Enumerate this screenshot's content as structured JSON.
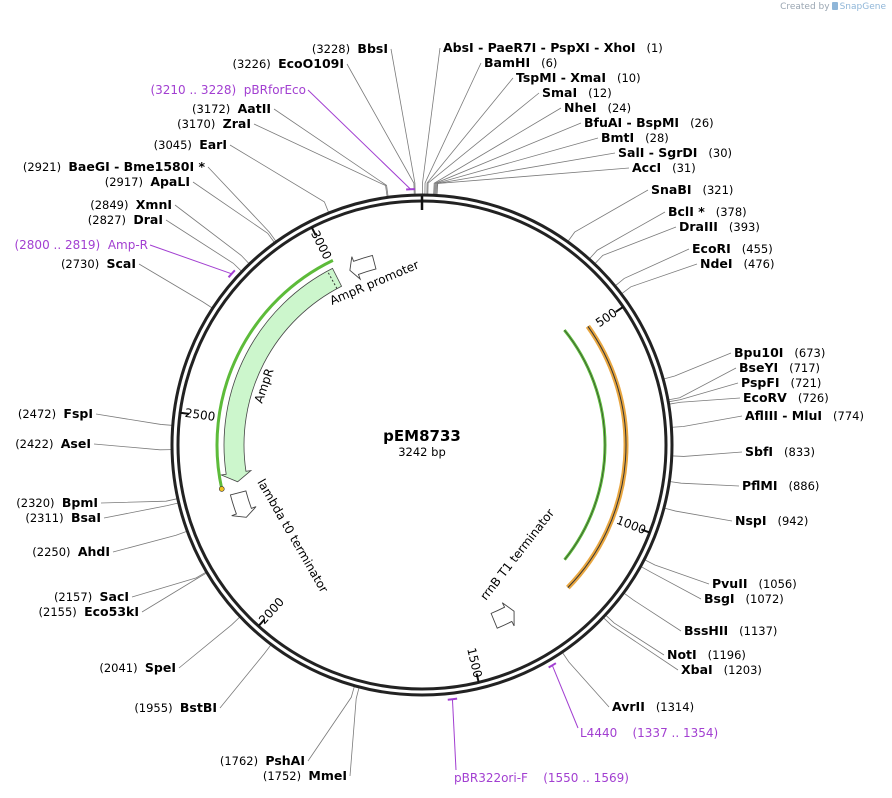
{
  "credit": {
    "text": "Created by",
    "brand": "SnapGene"
  },
  "plasmid": {
    "name": "pEM8733",
    "length_label": "3242 bp",
    "length": 3242
  },
  "colors": {
    "primer": "#a23fd1",
    "line": "#7a7a7a",
    "feature_light": "#ccf6cc",
    "ori_line": "#e8a640",
    "gene_line": "#5dbb3a"
  },
  "ticks": [
    {
      "value": 500,
      "label": "500"
    },
    {
      "value": 1000,
      "label": "1000"
    },
    {
      "value": 1500,
      "label": "1500"
    },
    {
      "value": 2000,
      "label": "2000"
    },
    {
      "value": 2500,
      "label": "2500"
    },
    {
      "value": 3000,
      "label": "3000"
    }
  ],
  "enzymes": [
    {
      "site": 3228,
      "name": "BbsI",
      "pos": "(3228)",
      "side": "L"
    },
    {
      "site": 3226,
      "name": "EcoO109I",
      "pos": "(3226)",
      "side": "L"
    },
    {
      "site": 3172,
      "name": "AatII",
      "pos": "(3172)",
      "side": "L"
    },
    {
      "site": 3170,
      "name": "ZraI",
      "pos": "(3170)",
      "side": "L"
    },
    {
      "site": 3045,
      "name": "EarI",
      "pos": "(3045)",
      "side": "L"
    },
    {
      "site": 2921,
      "name": "BaeGI - Bme1580I *",
      "pos": "(2921)",
      "side": "L"
    },
    {
      "site": 2917,
      "name": "ApaLI",
      "pos": "(2917)",
      "side": "L"
    },
    {
      "site": 2849,
      "name": "XmnI",
      "pos": "(2849)",
      "side": "L"
    },
    {
      "site": 2827,
      "name": "DraI",
      "pos": "(2827)",
      "side": "L"
    },
    {
      "site": 2730,
      "name": "ScaI",
      "pos": "(2730)",
      "side": "L"
    },
    {
      "site": 2472,
      "name": "FspI",
      "pos": "(2472)",
      "side": "L"
    },
    {
      "site": 2422,
      "name": "AseI",
      "pos": "(2422)",
      "side": "L"
    },
    {
      "site": 2320,
      "name": "BpmI",
      "pos": "(2320)",
      "side": "L"
    },
    {
      "site": 2311,
      "name": "BsaI",
      "pos": "(2311)",
      "side": "L"
    },
    {
      "site": 2250,
      "name": "AhdI",
      "pos": "(2250)",
      "side": "L"
    },
    {
      "site": 2157,
      "name": "SacI",
      "pos": "(2157)",
      "side": "L"
    },
    {
      "site": 2155,
      "name": "Eco53kI",
      "pos": "(2155)",
      "side": "L"
    },
    {
      "site": 2041,
      "name": "SpeI",
      "pos": "(2041)",
      "side": "L"
    },
    {
      "site": 1955,
      "name": "BstBI",
      "pos": "(1955)",
      "side": "L"
    },
    {
      "site": 1762,
      "name": "PshAI",
      "pos": "(1762)",
      "side": "L"
    },
    {
      "site": 1752,
      "name": "MmeI",
      "pos": "(1752)",
      "side": "L"
    },
    {
      "site": 1,
      "name": "AbsI - PaeR7I - PspXI - XhoI",
      "pos": "(1)",
      "side": "R"
    },
    {
      "site": 6,
      "name": "BamHI",
      "pos": "(6)",
      "side": "R"
    },
    {
      "site": 10,
      "name": "TspMI - XmaI",
      "pos": "(10)",
      "side": "R"
    },
    {
      "site": 12,
      "name": "SmaI",
      "pos": "(12)",
      "side": "R"
    },
    {
      "site": 24,
      "name": "NheI",
      "pos": "(24)",
      "side": "R"
    },
    {
      "site": 26,
      "name": "BfuAI - BspMI",
      "pos": "(26)",
      "side": "R"
    },
    {
      "site": 28,
      "name": "BmtI",
      "pos": "(28)",
      "side": "R"
    },
    {
      "site": 30,
      "name": "SalI - SgrDI",
      "pos": "(30)",
      "side": "R"
    },
    {
      "site": 31,
      "name": "AccI",
      "pos": "(31)",
      "side": "R"
    },
    {
      "site": 321,
      "name": "SnaBI",
      "pos": "(321)",
      "side": "R"
    },
    {
      "site": 378,
      "name": "BclI *",
      "pos": "(378)",
      "side": "R"
    },
    {
      "site": 393,
      "name": "DraIII",
      "pos": "(393)",
      "side": "R"
    },
    {
      "site": 455,
      "name": "EcoRI",
      "pos": "(455)",
      "side": "R"
    },
    {
      "site": 476,
      "name": "NdeI",
      "pos": "(476)",
      "side": "R"
    },
    {
      "site": 673,
      "name": "Bpu10I",
      "pos": "(673)",
      "side": "R"
    },
    {
      "site": 717,
      "name": "BseYI",
      "pos": "(717)",
      "side": "R"
    },
    {
      "site": 721,
      "name": "PspFI",
      "pos": "(721)",
      "side": "R"
    },
    {
      "site": 726,
      "name": "EcoRV",
      "pos": "(726)",
      "side": "R"
    },
    {
      "site": 774,
      "name": "AflIII - MluI",
      "pos": "(774)",
      "side": "R"
    },
    {
      "site": 833,
      "name": "SbfI",
      "pos": "(833)",
      "side": "R"
    },
    {
      "site": 886,
      "name": "PflMI",
      "pos": "(886)",
      "side": "R"
    },
    {
      "site": 942,
      "name": "NspI",
      "pos": "(942)",
      "side": "R"
    },
    {
      "site": 1056,
      "name": "PvuII",
      "pos": "(1056)",
      "side": "R"
    },
    {
      "site": 1072,
      "name": "BsgI",
      "pos": "(1072)",
      "side": "R"
    },
    {
      "site": 1137,
      "name": "BssHII",
      "pos": "(1137)",
      "side": "R"
    },
    {
      "site": 1196,
      "name": "NotI",
      "pos": "(1196)",
      "side": "R"
    },
    {
      "site": 1203,
      "name": "XbaI",
      "pos": "(1203)",
      "side": "R"
    },
    {
      "site": 1314,
      "name": "AvrII",
      "pos": "(1314)",
      "side": "R"
    }
  ],
  "primers": [
    {
      "name": "pBRforEco",
      "range": "(3210 .. 3228)",
      "start": 3210,
      "end": 3228
    },
    {
      "name": "Amp-R",
      "range": "(2800 .. 2819)",
      "start": 2800,
      "end": 2819
    },
    {
      "name": "L4440",
      "range": "(1337 .. 1354)",
      "start": 1337,
      "end": 1354
    },
    {
      "name": "pBR322ori-F",
      "range": "(1550 .. 1569)",
      "start": 1550,
      "end": 1569
    }
  ],
  "features": {
    "ampr_promoter": "AmpR promoter",
    "ampr": "AmpR",
    "lambda_t0": "lambda t0 terminator",
    "rrnb_t1": "rrnB T1 terminator"
  }
}
